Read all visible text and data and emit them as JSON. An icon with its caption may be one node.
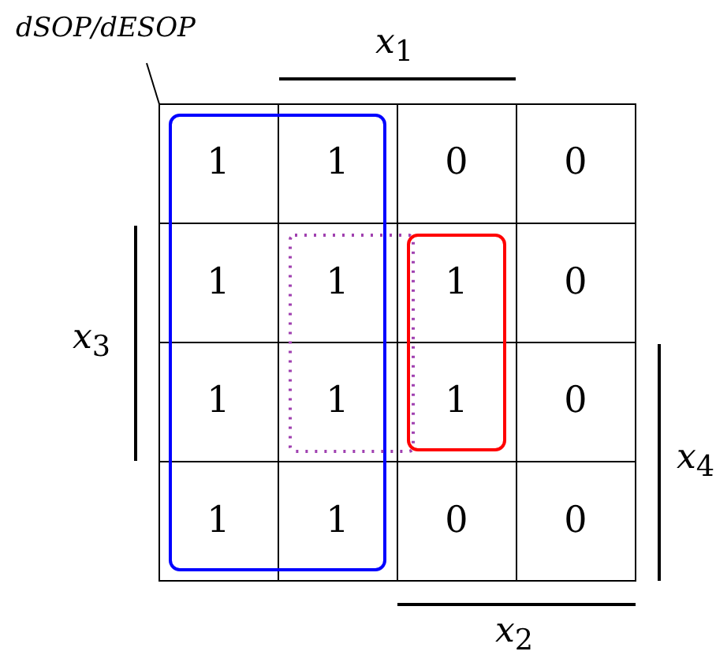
{
  "diagram": {
    "nodes": [
      {
        "text": [
          "dSOP/dESOP"
        ]
      },
      {
        "text": [],
        "shape": "box"
      }
    ],
    "edges": [
      {
        "from": 0,
        "to": 1,
        "arrow": "none"
      }
    ],
    "labels": [
      "*x*$_{1}$",
      "1",
      "1",
      "0",
      "0",
      "1",
      "1",
      "1",
      "0",
      "1",
      "1",
      "1",
      "0",
      "1",
      "1",
      "0",
      "0",
      "*x*$_{3}$",
      "*x*$_{4}$",
      "*x*$_{2}$"
    ]
  }
}
